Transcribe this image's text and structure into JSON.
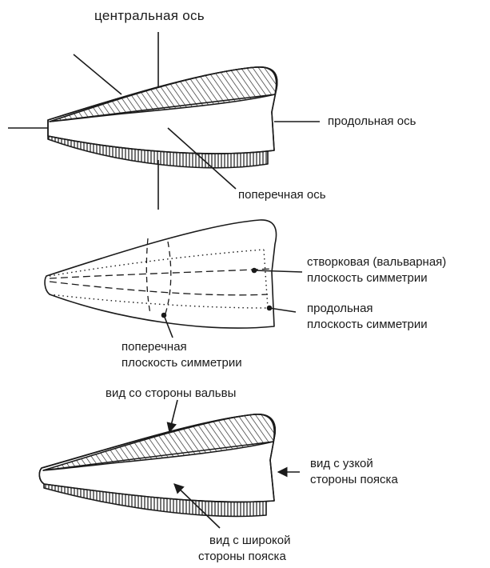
{
  "labels": {
    "central_axis": "центральная ось",
    "longitudinal_axis": "продольная ось",
    "transverse_axis": "поперечная ось",
    "valvar_plane_line1": "створковая (вальварная)",
    "valvar_plane_line2": "плоскость симметрии",
    "longitudinal_plane_line1": "продольная",
    "longitudinal_plane_line2": "плоскость симметрии",
    "transverse_plane_line1": "поперечная",
    "transverse_plane_line2": "плоскость симметрии",
    "valve_view": "вид со стороны вальвы",
    "narrow_girdle_view_line1": "вид с узкой",
    "narrow_girdle_view_line2": "стороны пояска",
    "broad_girdle_view_line1": "вид с широкой",
    "broad_girdle_view_line2": "стороны пояска"
  },
  "colors": {
    "ink": "#1a1a1a",
    "background": "#ffffff"
  }
}
